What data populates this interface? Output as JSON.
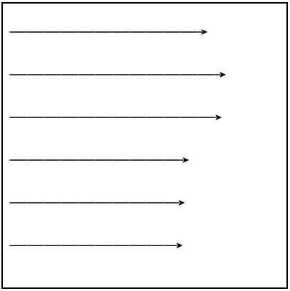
{
  "colors": {
    "background": "#ffffff",
    "frame": "#000000",
    "arrow": "#000000",
    "arrow_dash_highlight": "#9a9a9a"
  },
  "arrows": [
    {
      "name": "arrow-1",
      "relative_length": 1.0
    },
    {
      "name": "arrow-2",
      "relative_length": 1.093
    },
    {
      "name": "arrow-3",
      "relative_length": 1.072
    },
    {
      "name": "arrow-4",
      "relative_length": 0.907
    },
    {
      "name": "arrow-5",
      "relative_length": 0.886
    },
    {
      "name": "arrow-6",
      "relative_length": 0.875
    }
  ]
}
